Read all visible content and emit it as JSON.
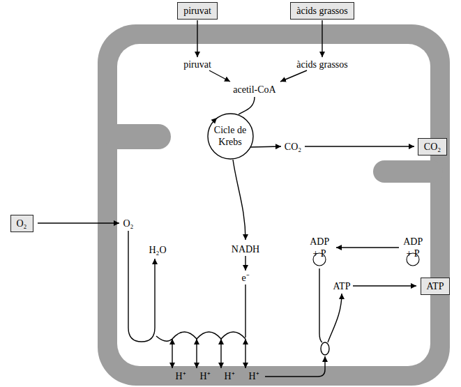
{
  "diagram": {
    "nodes": [
      {
        "text": [
          "piruvat"
        ]
      },
      {
        "text": [
          "àcids grassos"
        ]
      },
      {
        "text": [
          "Cicle de Krebs"
        ]
      },
      {
        "text": [
          "CO₂"
        ]
      },
      {
        "text": [
          "O₂"
        ]
      },
      {
        "text": [
          "ATP"
        ]
      }
    ],
    "labels": [
      "piruvat",
      "àcids grassos",
      "acetil-CoA",
      "CO₂",
      "O₂",
      "H₂O",
      "NADH",
      "e⁻",
      "ADP + P",
      "ADP + P",
      "ATP",
      "H⁺",
      "H⁺",
      "H⁺",
      "H⁺"
    ]
  }
}
